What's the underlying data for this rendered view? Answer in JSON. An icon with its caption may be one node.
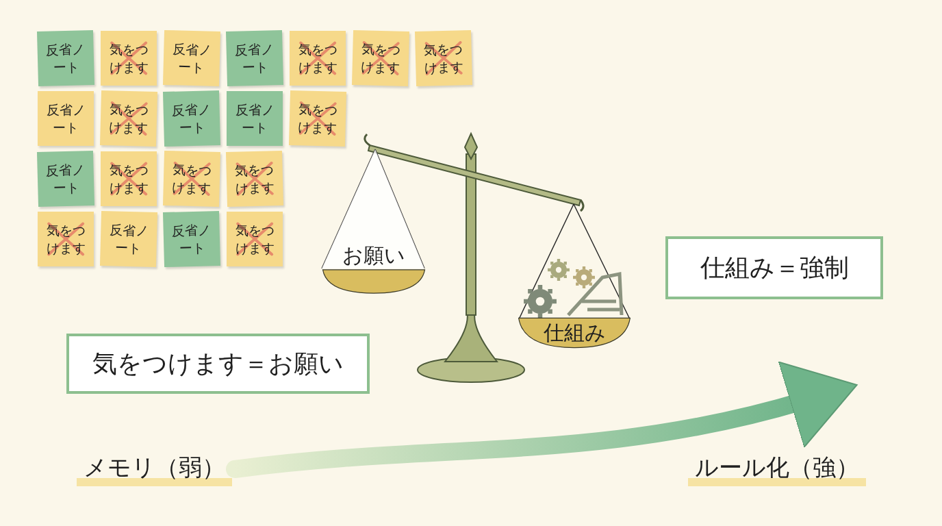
{
  "diagram": {
    "nodes": [
      {
        "text": [
          "反省ノート"
        ]
      },
      {
        "text": [
          "気をつけます"
        ]
      },
      {
        "text": [
          "反省ノート"
        ]
      },
      {
        "text": [
          "反省ノート"
        ]
      },
      {
        "text": [
          "気をつけます"
        ]
      },
      {
        "text": [
          "気をつけます"
        ]
      },
      {
        "text": [
          "気をつけます"
        ]
      },
      {
        "text": [
          "反省ノート"
        ]
      },
      {
        "text": [
          "気をつけます"
        ]
      },
      {
        "text": [
          "反省ノート"
        ]
      },
      {
        "text": [
          "反省ノート"
        ]
      },
      {
        "text": [
          "気をつけます"
        ]
      },
      {
        "text": [
          "反省ノート"
        ]
      },
      {
        "text": [
          "気をつけます"
        ]
      },
      {
        "text": [
          "気をつけます"
        ]
      },
      {
        "text": [
          "気をつけます"
        ]
      },
      {
        "text": [
          "気をつけます"
        ]
      },
      {
        "text": [
          "反省ノート"
        ]
      },
      {
        "text": [
          "反省ノート"
        ]
      },
      {
        "text": [
          "気をつけます"
        ]
      },
      {
        "text": [
          "仕組み＝強制"
        ]
      },
      {
        "text": [
          "お願い"
        ]
      },
      {
        "text": [
          "仕組み"
        ]
      },
      {
        "text": [
          "気をつけます＝お願い"
        ]
      },
      {
        "text": [
          "メモリ（弱）"
        ]
      },
      {
        "text": [
          "ルール化（強）"
        ]
      }
    ],
    "edges": [
      {
        "from": 24,
        "to": 25,
        "arrow": "to"
      }
    ]
  }
}
